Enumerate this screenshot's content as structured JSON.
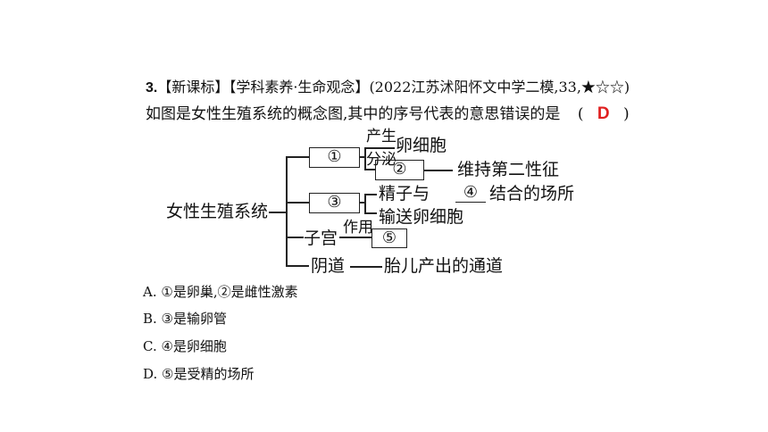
{
  "question": {
    "number": "3.",
    "tags": "【新课标】【学科素养·生命观念】",
    "source": "(2022江苏沭阳怀文中学二模,33,★☆☆)",
    "stem": "如图是女性生殖系统的概念图,其中的序号代表的意思错误的是",
    "paren_open": "(",
    "answer": "D",
    "paren_close": ")"
  },
  "diagram": {
    "root": "女性生殖系统",
    "box1": "①",
    "produce_label": "产生",
    "secrete_label": "分泌",
    "egg_cell": "卵细胞",
    "box2": "②",
    "maintain": "维持第二性征",
    "box3": "③",
    "sperm_and": "精子与",
    "blank4": "④",
    "fusion_place": "结合的场所",
    "transport": "输送卵细胞",
    "uterus": "子宫",
    "function_label": "作用",
    "box5": "⑤",
    "vagina": "阴道",
    "birth_canal": "胎儿产出的通道"
  },
  "options": [
    {
      "text": "A. ①是卵巢,②是雌性激素"
    },
    {
      "text": "B. ③是输卵管"
    },
    {
      "text": "C. ④是卵细胞"
    },
    {
      "text": "D. ⑤是受精的场所"
    }
  ]
}
